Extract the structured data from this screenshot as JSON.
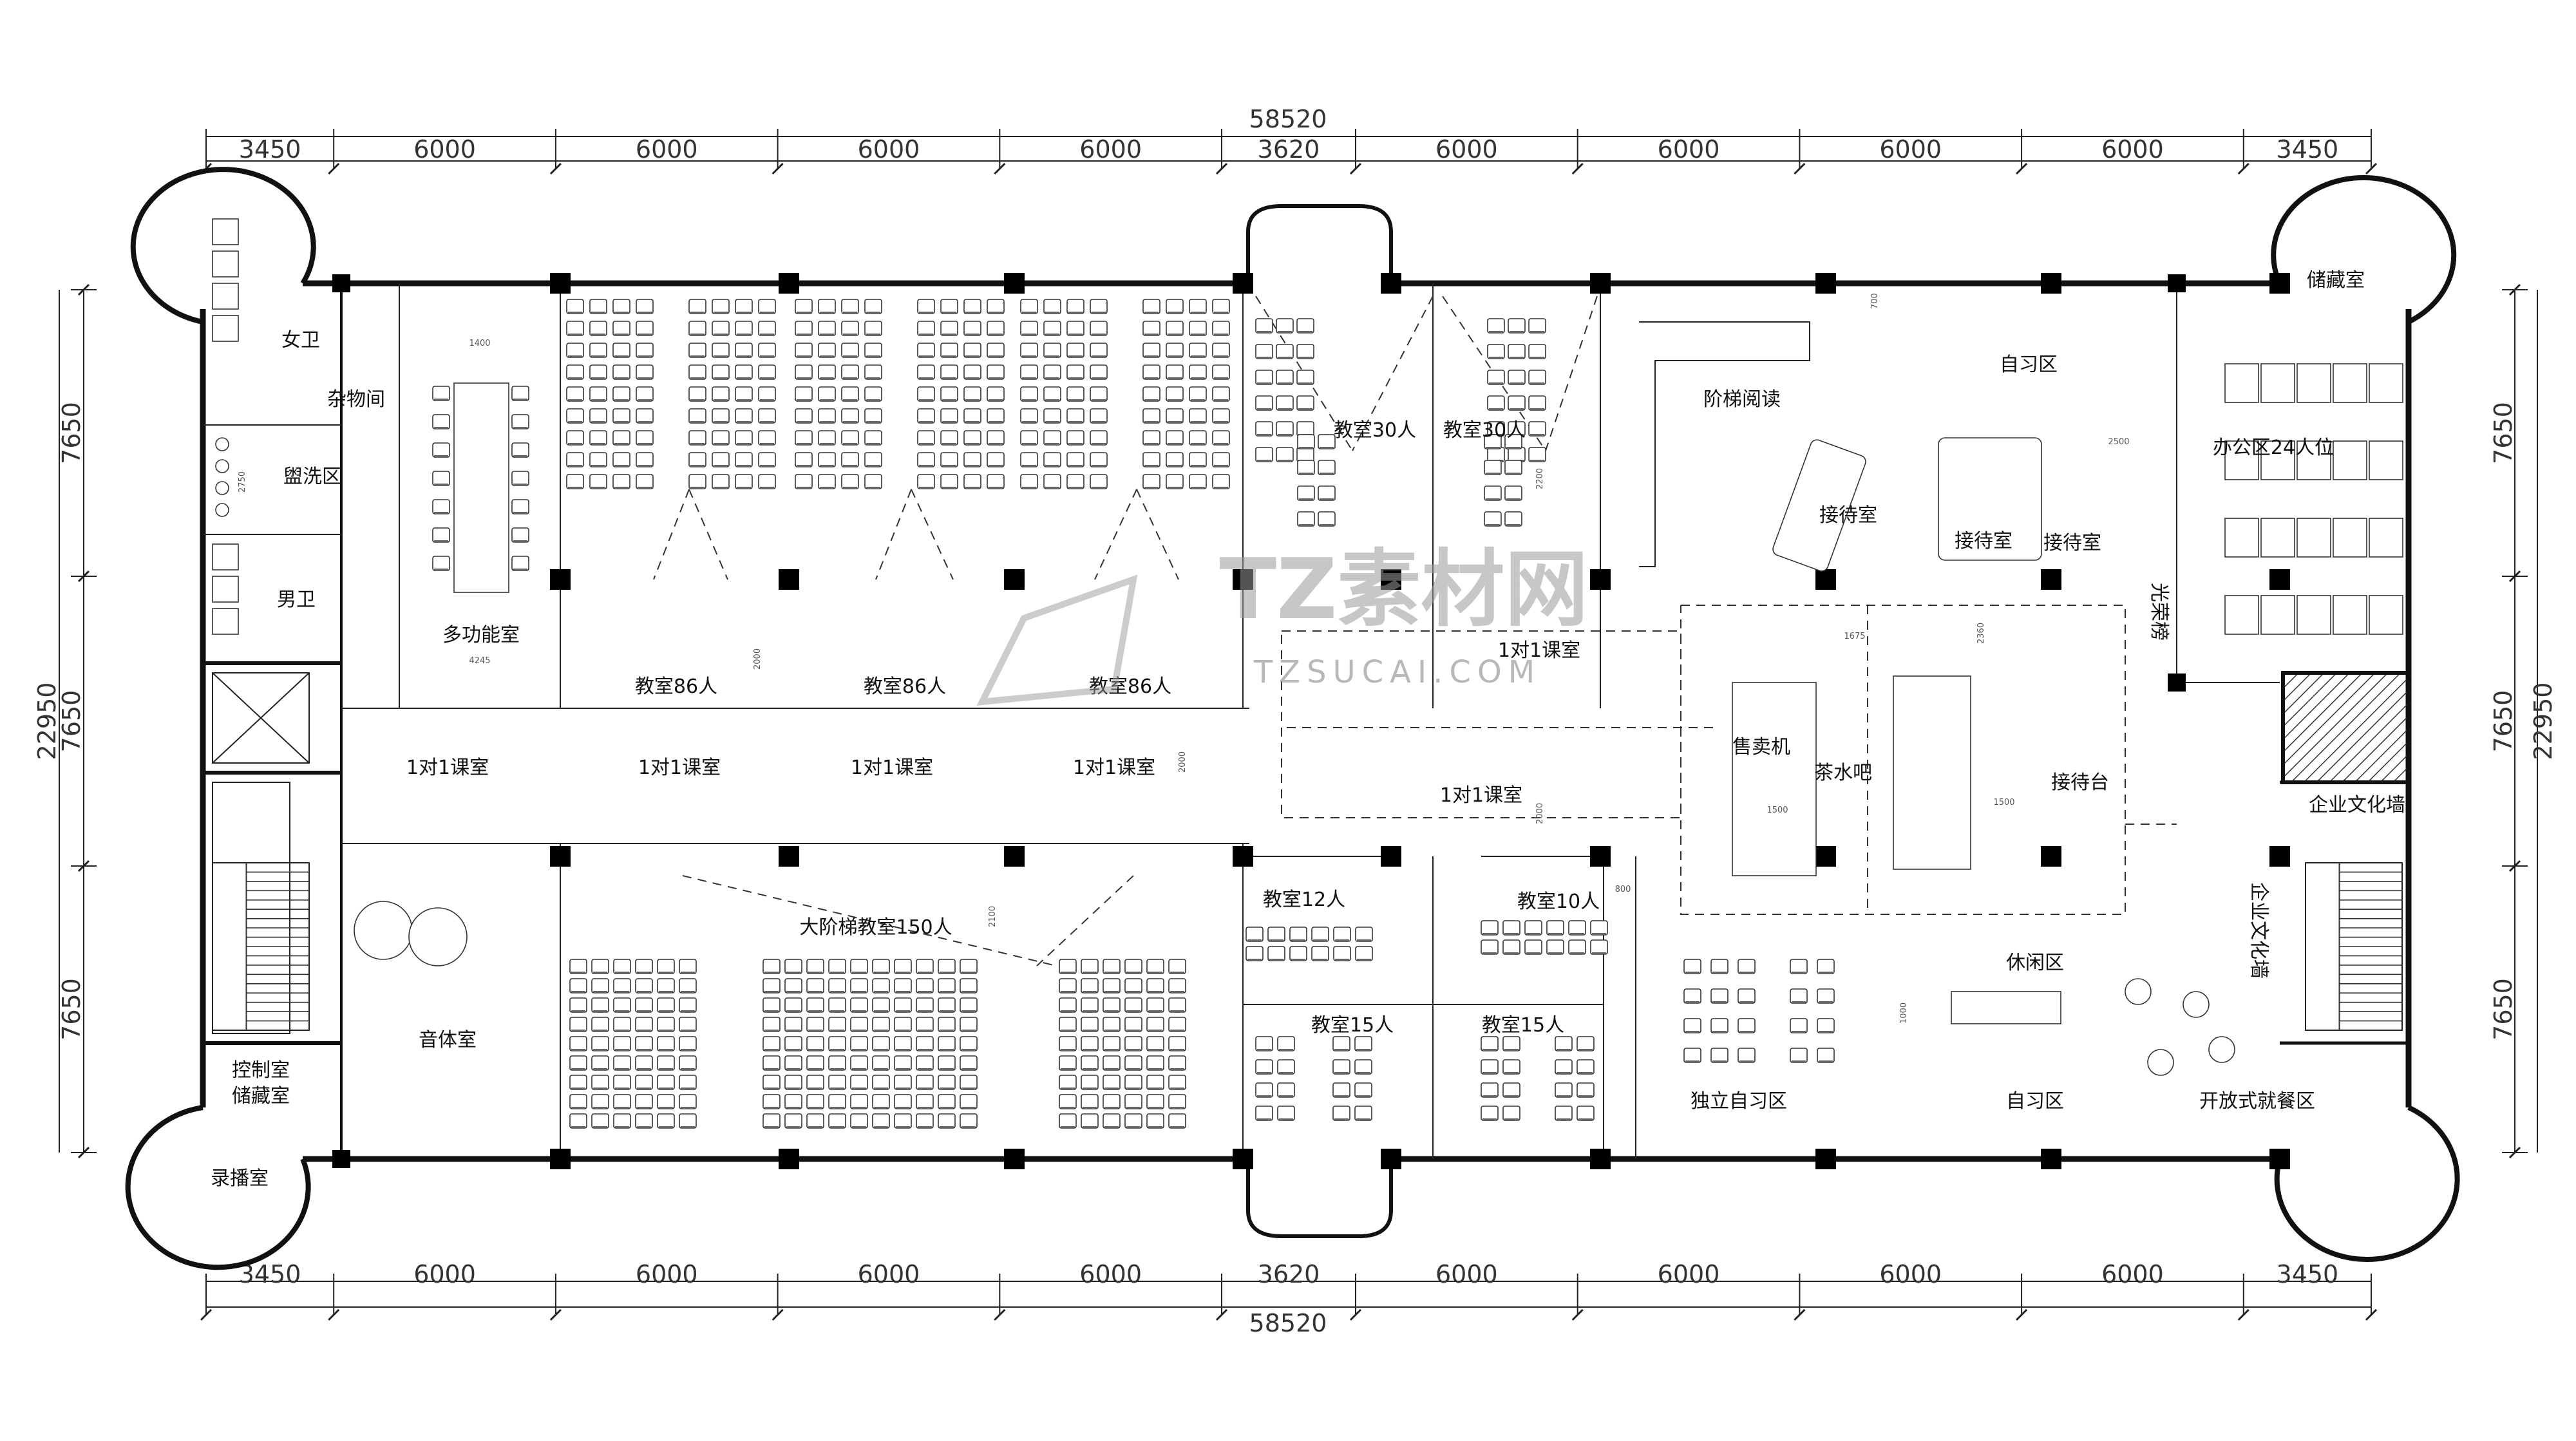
{
  "dimensions": {
    "total": "58520",
    "segments": [
      "3450",
      "6000",
      "6000",
      "6000",
      "6000",
      "3620",
      "6000",
      "6000",
      "6000",
      "6000",
      "3450"
    ],
    "vertical_total": "22950",
    "vertical_segments": [
      "7650",
      "7650",
      "7650"
    ]
  },
  "rooms": {
    "female_wc": "女卫",
    "storage_small": "杂物间",
    "washroom": "盥洗区",
    "male_wc": "男卫",
    "multi_room": "多功能室",
    "classroom86_a": "教室86人",
    "classroom86_b": "教室86人",
    "classroom86_c": "教室86人",
    "classroom30_a": "教室30人",
    "classroom30_b": "教室30人",
    "tiered_reading": "阶梯阅读",
    "self_study_top": "自习区",
    "reception_a": "接待室",
    "reception_b": "接待室",
    "reception_c": "接待室",
    "storage_room": "储藏室",
    "office": "办公区24人位",
    "honor_board": "光荣榜",
    "one_on_one_top": "1对1课室",
    "one_on_one_mid": "1对1课室",
    "vending": "售卖机",
    "tea_bar": "茶水吧",
    "front_desk": "接待台",
    "culture_wall_a": "企业文化墙",
    "culture_wall_b": "企业文化墙",
    "one_on_one_1": "1对1课室",
    "one_on_one_2": "1对1课室",
    "one_on_one_3": "1对1课室",
    "one_on_one_4": "1对1课室",
    "big_tiered_classroom": "大阶梯教室150人",
    "music_room": "音体室",
    "classroom12": "教室12人",
    "classroom10": "教室10人",
    "classroom15_a": "教室15人",
    "classroom15_b": "教室15人",
    "independent_study": "独立自习区",
    "leisure": "休闲区",
    "self_study_bottom": "自习区",
    "open_dining": "开放式就餐区",
    "control_room": "控制室",
    "control_storage": "储藏室",
    "recording_room": "录播室"
  },
  "small_dims": [
    "1400",
    "4245",
    "2000",
    "2000",
    "2000",
    "1675",
    "2500",
    "2360",
    "1500",
    "2750",
    "2100",
    "2200",
    "800",
    "1000",
    "700",
    "1500"
  ],
  "watermark": {
    "main": "TZ素材网",
    "sub": "TZSUCAI.COM"
  }
}
